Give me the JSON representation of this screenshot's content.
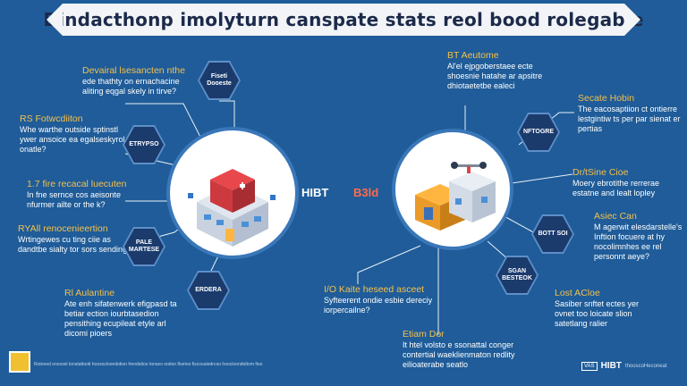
{
  "title": "Dindacthonp imolyturn canspate stats reol bood rolegable",
  "center_label_left": "HIBT",
  "center_label_right": "B3ld",
  "left_blocks": [
    {
      "head": "Devairal lsesancten nthe",
      "body": "ede thathty on ernachacine aliting eqgal skely in tirve?"
    },
    {
      "head": "RS Fotwcdiiton",
      "body": "Whe warthe outside sptinstl ywer ansoice ea egalseskyrol onatle?"
    },
    {
      "head": "1.7 fire recacal luecuten",
      "body": "In fne sernce cos aeisonte nfurmer ailte or the k?"
    },
    {
      "head": "RYAll renocenieertion",
      "body": "Wrtingewes cu ting ciie as dandtbe sialty tor sors sending"
    },
    {
      "head": "Rl Aulantine",
      "body": "Ate enh sifatenwerk efigpasd ta betiar ection iourbtasedion pensithing ecupileat etyle arl dicomi pioers"
    }
  ],
  "right_blocks": [
    {
      "head": "BT Aeutome",
      "body": "Al'el ejpgoberstaee ecte shoesnie hatahe ar apsitre dhiotaetetbe ealeci"
    },
    {
      "head": "Secate Hobin",
      "body": "The eacosaptiion ct ontierre lestgintiw ts per par sienat er pertias"
    },
    {
      "head": "Dr/tSine Cioe",
      "body": "Moery ebrotithe rerrerae estatne and lealt lopley"
    },
    {
      "head": "Asiec Can",
      "body": "M agerwit elesdarstelle's Inftion focuere at hy nocolimnhes ee rel personnt aeye?"
    },
    {
      "head": "Lost ACloe",
      "body": "Sasiber snftet ectes yer ovnet too loicate slion satetlang ralier"
    }
  ],
  "bottom_blocks": [
    {
      "head": "I/O Kaite heseed asceet",
      "body": "Syfteerent ondie esbie dereciy iorpercailne?"
    },
    {
      "head": "Etiam Dor",
      "body": "It htel volsto e ssonattal conger contertial waeklienmaton redlity eilioaterabe seatlo"
    }
  ],
  "left_hexes": [
    "Fiseti Dooeste",
    "ETRYPSO",
    "PALE MARTESE",
    "ERDERA"
  ],
  "right_hexes": [
    "NFTOGRE",
    "BOTT SOI",
    "SGAN BESTEOK"
  ],
  "footer_note": "Rotoned oncesel tonstattooti hoosocloondotion frendotioo tonseo notion floetoo fiscosutedrcoo hoocloondottom fioo",
  "brand_box": "VAS",
  "brand_name": "HIBT",
  "brand_tagline": "thooscoHeconeat",
  "colors": {
    "background": "#1f5c99",
    "heading_accent": "#f5c04a",
    "hex_fill": "#1b3b6d"
  },
  "icons": [
    "hospital-building-icon",
    "clinic-building-icon",
    "drone-icon"
  ]
}
